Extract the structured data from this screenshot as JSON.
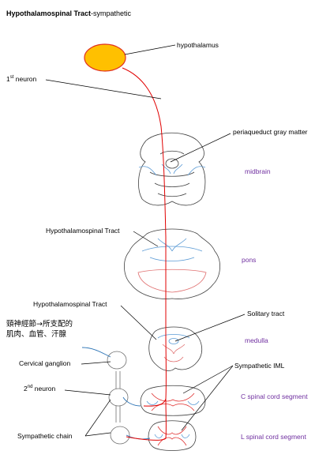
{
  "title": {
    "bold": "Hypothalamospinal Tract",
    "rest": "-sympathetic"
  },
  "labels": {
    "hypothalamus": "hypothalamus",
    "first_neuron_num": "1",
    "first_neuron_sup": "st",
    "first_neuron_text": " neuron",
    "pag": "periaqueduct gray matter",
    "midbrain": "midbrain",
    "tract_pons": "Hypothalamospinal Tract",
    "pons": "pons",
    "tract_medulla": "Hypothalamospinal Tract",
    "solitary": "Solitary tract",
    "medulla": "medulla",
    "cjk_line1": "頸神經節→所支配的",
    "cjk_line2": "肌肉、血管、汗腺",
    "cervical": "Cervical ganglion",
    "iml": "Sympathetic IML",
    "second_neuron_num": "2",
    "second_neuron_sup": "nd",
    "second_neuron_text": " neuron",
    "c_segment": "C spinal cord segment",
    "chain": "Sympathetic chain",
    "l_segment": "L spinal cord segment"
  },
  "colors": {
    "hypothalamus_fill": "#ffc000",
    "hypothalamus_stroke": "#e03020",
    "tract": "#e00000",
    "region_label": "#7030a0",
    "outline": "#404040",
    "nucleus_blue": "#5b9bd5",
    "nerve_blue": "#2e75b6"
  }
}
